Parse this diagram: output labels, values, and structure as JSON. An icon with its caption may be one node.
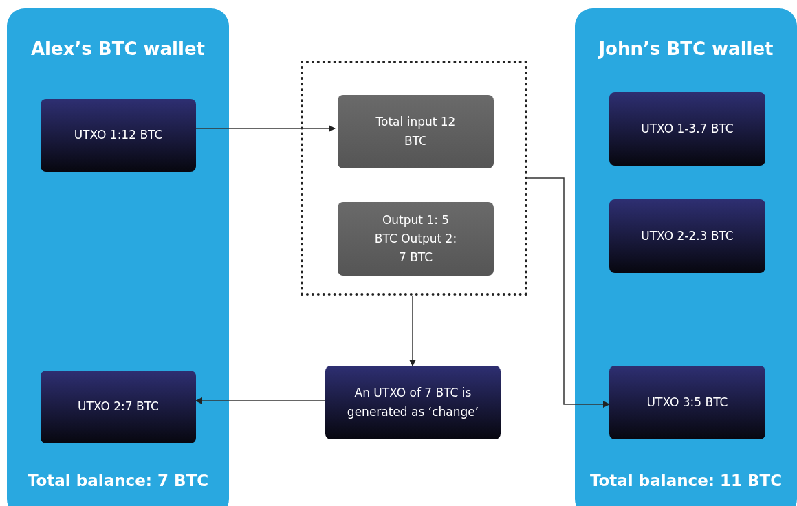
{
  "diagram": {
    "nodes": [
      {
        "text": [
          "Alex’s BTC wallet",
          "Total balance: 7 BTC"
        ]
      },
      {
        "text": [
          "UTXO 1:12 BTC"
        ],
        "in": 0
      },
      {
        "text": [
          "UTXO 2:7 BTC"
        ],
        "in": 0
      },
      {
        "text": [],
        "shape": "box"
      },
      {
        "text": [
          "Total input 12 BTC"
        ],
        "in": 3
      },
      {
        "text": [
          "Output 1: 5 BTC Output 2: 7 BTC"
        ],
        "in": 3
      },
      {
        "text": [
          "An UTXO of 7 BTC is generated as ‘change’"
        ]
      },
      {
        "text": [
          "John’s BTC wallet",
          "Total balance: 11 BTC"
        ]
      },
      {
        "text": [
          "UTXO 1-3.7 BTC"
        ],
        "in": 7
      },
      {
        "text": [
          "UTXO 2-2.3 BTC"
        ],
        "in": 7
      },
      {
        "text": [
          "UTXO 3:5 BTC"
        ],
        "in": 7
      }
    ],
    "edges": [
      {
        "from": 1,
        "to": 4,
        "arrow": "to"
      },
      {
        "from": 3,
        "to": 6,
        "arrow": "to"
      },
      {
        "from": 6,
        "to": 2,
        "arrow": "to"
      },
      {
        "from": 3,
        "to": 10,
        "arrow": "to"
      }
    ]
  }
}
